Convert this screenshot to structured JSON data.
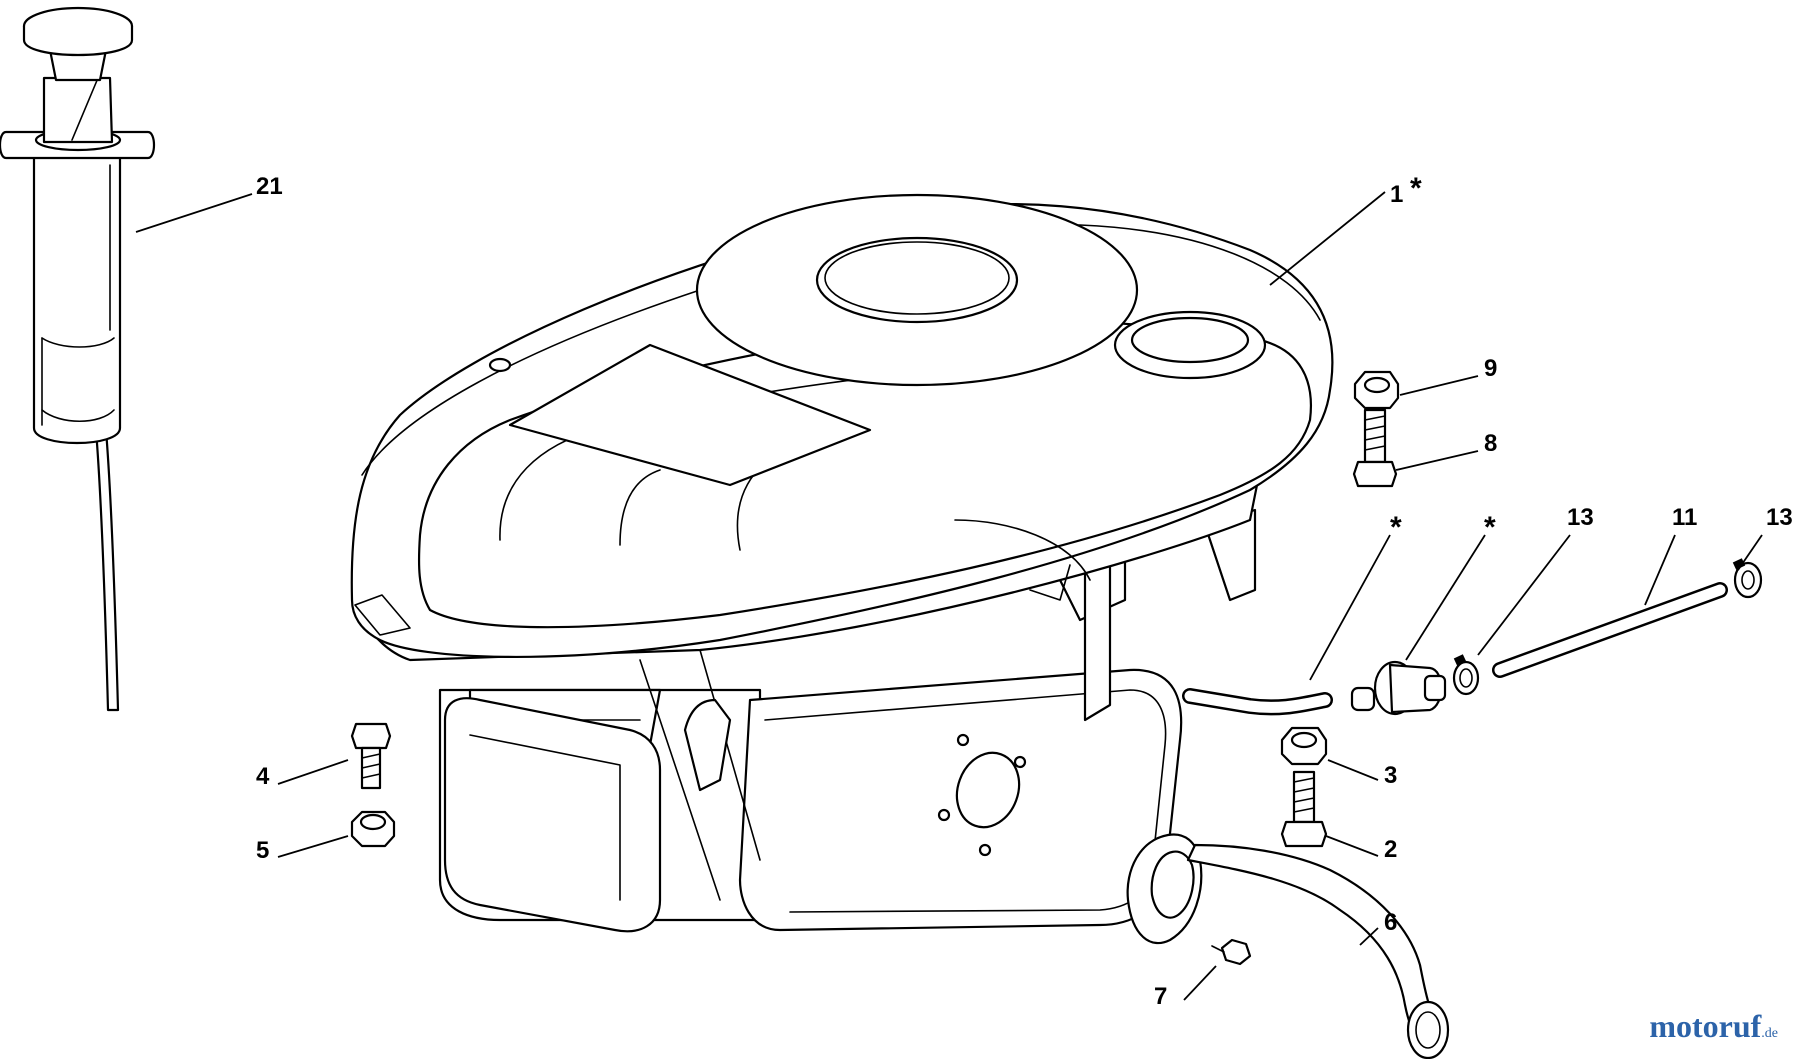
{
  "callouts": [
    {
      "id": "21",
      "label": "21"
    },
    {
      "id": "1",
      "label": "1"
    },
    {
      "id": "9",
      "label": "9"
    },
    {
      "id": "8",
      "label": "8"
    },
    {
      "id": "star-a",
      "label": "*"
    },
    {
      "id": "star-b",
      "label": "*"
    },
    {
      "id": "13a",
      "label": "13"
    },
    {
      "id": "11",
      "label": "11"
    },
    {
      "id": "13b",
      "label": "13"
    },
    {
      "id": "4",
      "label": "4"
    },
    {
      "id": "5",
      "label": "5"
    },
    {
      "id": "3",
      "label": "3"
    },
    {
      "id": "2",
      "label": "2"
    },
    {
      "id": "6",
      "label": "6"
    },
    {
      "id": "7",
      "label": "7"
    }
  ],
  "star_marker": "*",
  "watermark": {
    "text": "motoruf",
    "suffix": ".de"
  }
}
